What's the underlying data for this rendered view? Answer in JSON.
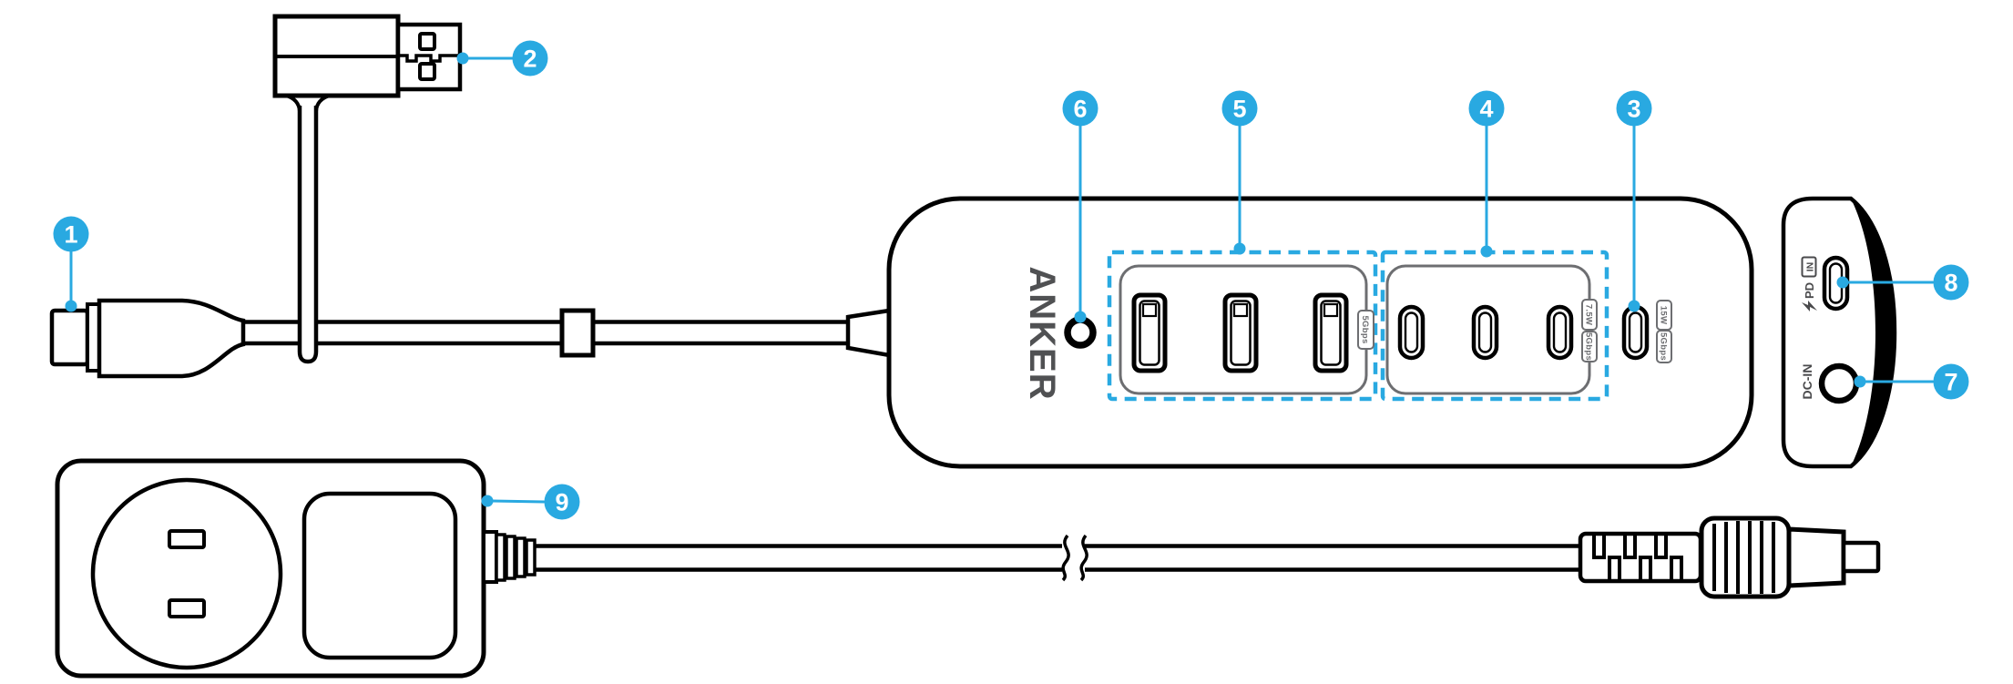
{
  "diagram": {
    "brand": "ANKER",
    "callouts": [
      "1",
      "2",
      "3",
      "4",
      "5",
      "6",
      "7",
      "8",
      "9"
    ],
    "badges": {
      "usb_a_group_speed": "5Gbps",
      "usb_c_group_power": "7.5W",
      "usb_c_group_speed": "5Gbps",
      "usb_c_single_power": "15W",
      "usb_c_single_speed": "5Gbps"
    },
    "endcap": {
      "pd_label": "PD",
      "pd_boxed": "IN",
      "dc_in": "DC-IN"
    },
    "colors": {
      "callout_blue": "#29a9e1",
      "line_black": "#000000",
      "detail_gray": "#6d6e71",
      "logo_gray": "#505153"
    }
  }
}
